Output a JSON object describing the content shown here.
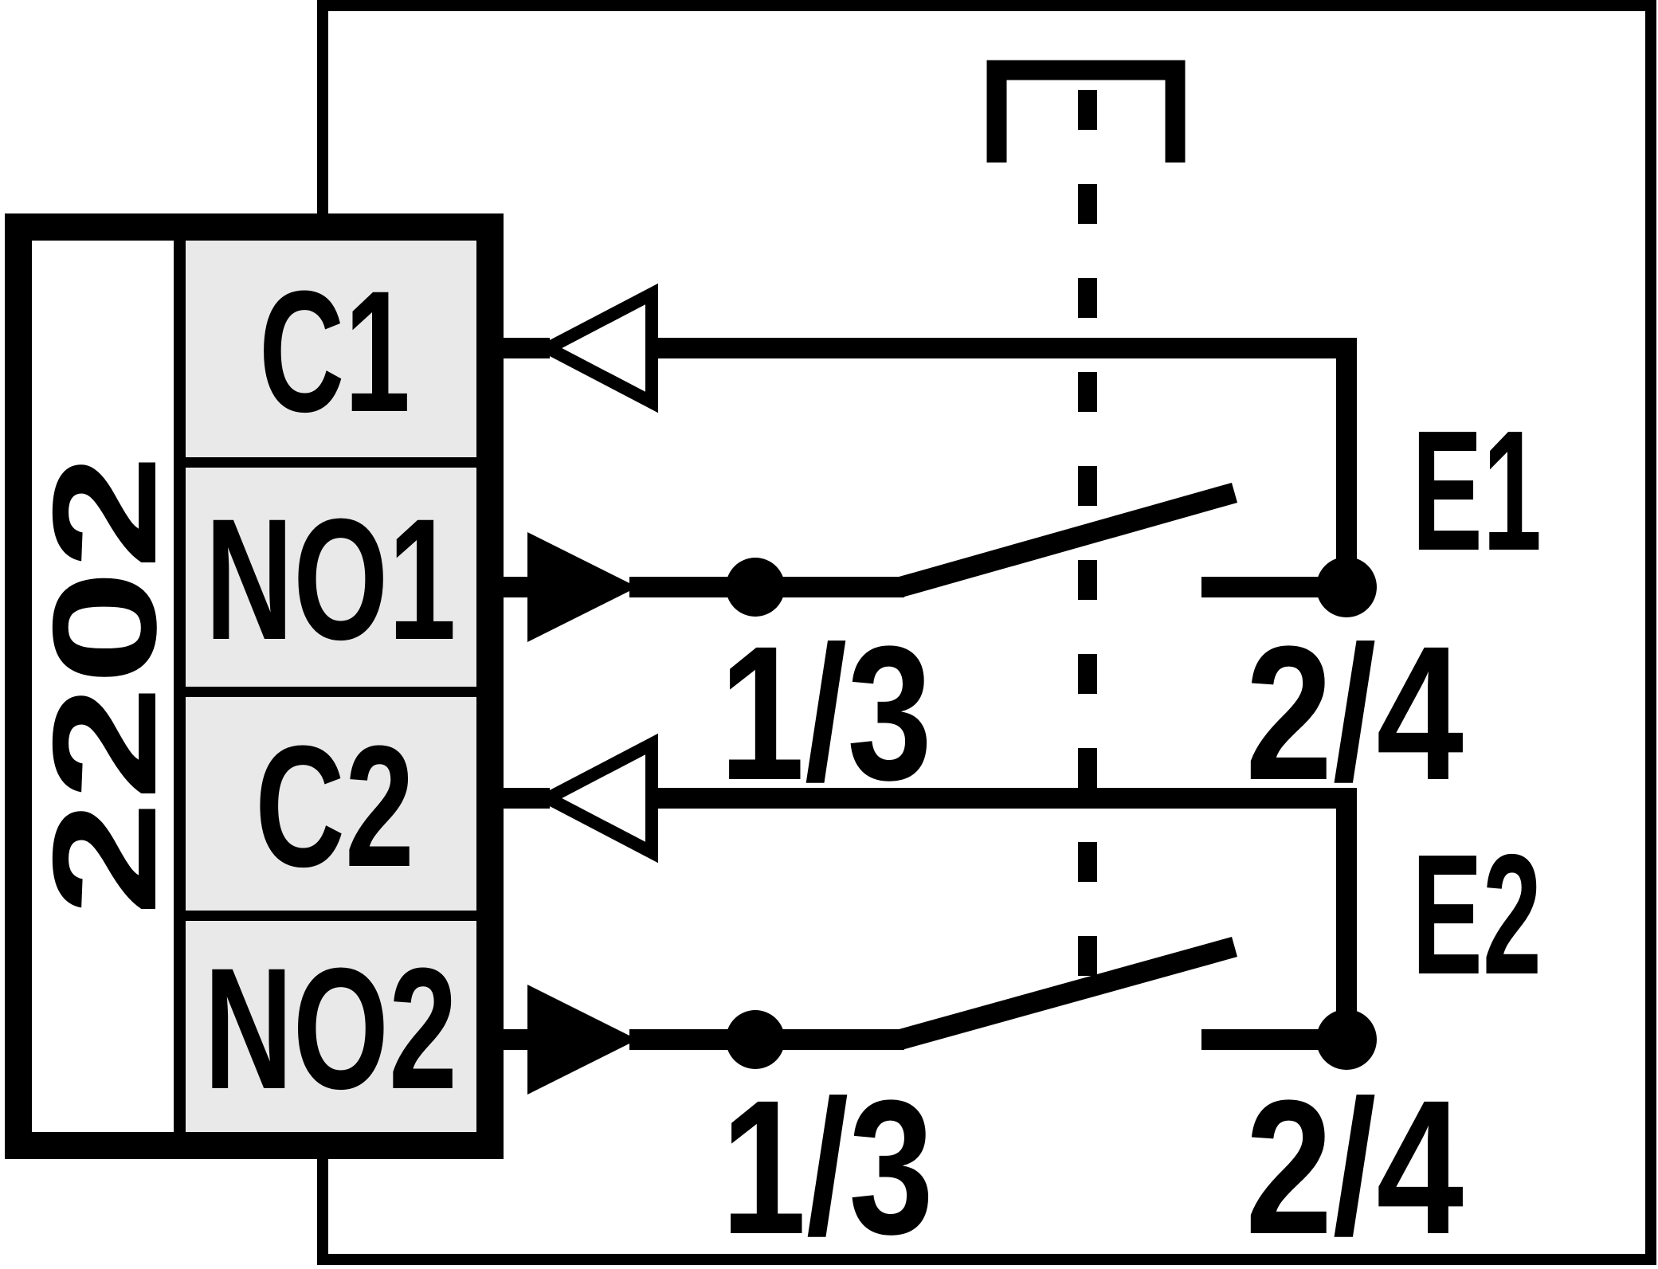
{
  "diagram": {
    "device_label": "2202",
    "terminals": [
      {
        "label": "C1"
      },
      {
        "label": "NO1"
      },
      {
        "label": "C2"
      },
      {
        "label": "NO2"
      }
    ],
    "circuits": [
      {
        "contact_label": "E1",
        "moving_contact_label": "1/3",
        "fixed_contact_label": "2/4"
      },
      {
        "contact_label": "E2",
        "moving_contact_label": "1/3",
        "fixed_contact_label": "2/4"
      }
    ],
    "colors": {
      "ink": "#000000",
      "terminal_cell_fill": "#e9e9e9",
      "background": "#ffffff"
    }
  }
}
